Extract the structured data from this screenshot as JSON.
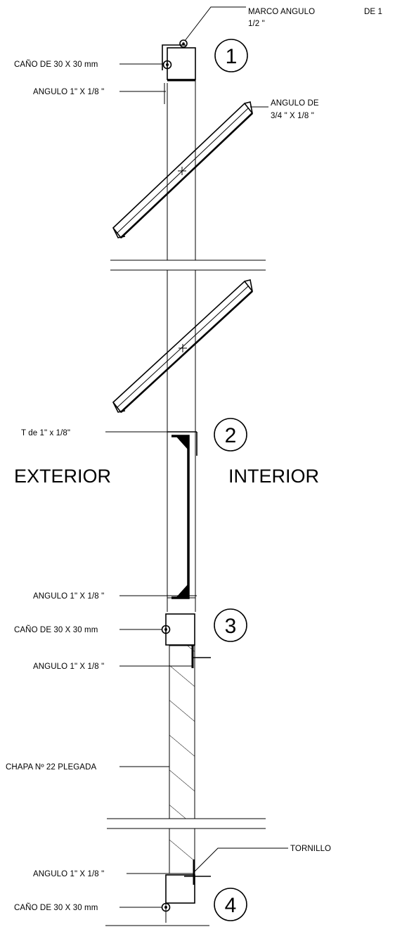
{
  "labels": {
    "marco_angulo": "MARCO ANGULO",
    "marco_de": "DE 1",
    "marco_frac": "1/2 \"",
    "cano_1": "CAÑO DE 30 X 30 mm",
    "angulo_1": "ANGULO 1\" X 1/8 \"",
    "angulo_de_1": "ANGULO DE",
    "angulo_de_2": "3/4 \" X 1/8 \"",
    "t_de": "T de 1\" x 1/8\"",
    "exterior": "EXTERIOR",
    "interior": "INTERIOR",
    "angulo_2": "ANGULO 1\" X 1/8 \"",
    "cano_3": "CAÑO DE 30 X 30 mm",
    "angulo_3": "ANGULO 1\" X 1/8 \"",
    "chapa": "CHAPA Nº 22  PLEGADA",
    "angulo_4": "ANGULO 1\" X 1/8 \"",
    "tornillo": "TORNILLO",
    "cano_4": "CAÑO DE 30 X 30 mm"
  },
  "markers": [
    "1",
    "2",
    "3",
    "4"
  ]
}
